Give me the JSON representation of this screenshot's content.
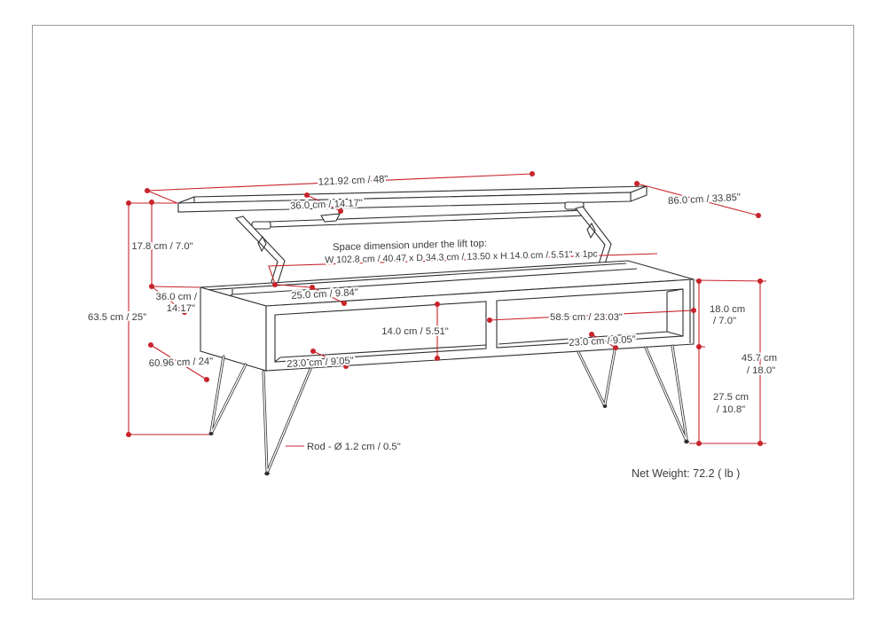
{
  "diagram": {
    "colors": {
      "dimension_red": "#c8232b",
      "drawing_line": "#2f2f2f",
      "frame_border": "#9c9c9c"
    },
    "dims": {
      "overall_width": "121.92 cm / 48\"",
      "top_front_depth": "36.0 cm / 14.17\"",
      "top_depth": "86.0 cm / 33.85\"",
      "lift_height": "17.8 cm / 7.0\"",
      "space_title": "Space dimension under the lift top:",
      "space_values": "W 102.8 cm / 40.47 x D 34.3 cm / 13.50 x H 14.0 cm / 5.51\" x 1pc",
      "total_height": "63.5 cm / 25”",
      "ledge_depth_line1": "36.0 cm /",
      "ledge_depth_line2": "14.17\"",
      "shelf_top_depth": "25.0 cm / 9.84\"",
      "right_shelf_width": "58.5 cm / 23.03\"",
      "shelf_opening_height": "14.0 cm / 5.51\"",
      "left_shelf_depth": "23.0 cm / 9.05\"",
      "right_shelf_depth": "23.0 cm / 9.05\"",
      "base_depth": "60.96 cm / 24\"",
      "base_height_line1": "18.0 cm",
      "base_height_line2": "/ 7.0\"",
      "height_to_base_top_line1": "45.7 cm",
      "height_to_base_top_line2": "/ 18.0\"",
      "leg_clearance_line1": "27.5 cm",
      "leg_clearance_line2": "/ 10.8\"",
      "rod_diameter": "Rod - Ø 1.2 cm / 0.5\""
    },
    "net_weight": "Net Weight: 72.2 ( lb )"
  }
}
